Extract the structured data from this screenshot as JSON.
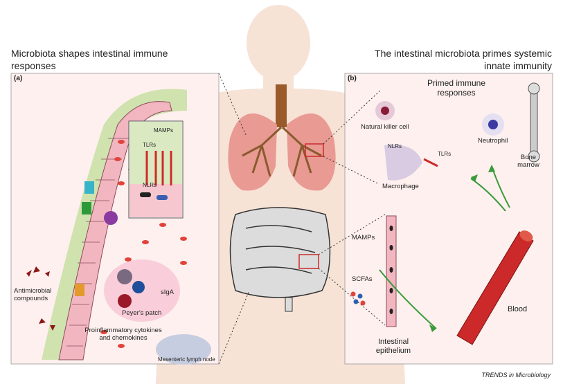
{
  "left_title": "Microbiota shapes intestinal immune responses",
  "right_title": "The intestinal microbiota primes systemic innate immunity",
  "panel_a": {
    "tag": "(a)",
    "labels": {
      "mamps": "MAMPs",
      "tlrs": "TLRs",
      "nlrs": "NLRs",
      "antimicrobial": "Antimicrobial compounds",
      "siga": "sIgA",
      "peyers": "Peyer's patch",
      "cytokines": "Proinflammatory cytokines and chemokines",
      "lymph": "Mesenteric lymph node"
    }
  },
  "panel_b": {
    "tag": "(b)",
    "labels": {
      "primed": "Primed immune responses",
      "nk": "Natural killer cell",
      "neutrophil": "Neutrophil",
      "bone": "Bone marrow",
      "nlrs": "NLRs",
      "tlrs": "TLRs",
      "macrophage": "Macrophage",
      "mamps": "MAMPs",
      "scfas": "SCFAs",
      "blood": "Blood",
      "epithelium": "Intestinal epithelium"
    }
  },
  "credit": "TRENDS in Microbiology",
  "colors": {
    "body_silhouette": "#f7e2d6",
    "panel_bg": "#fdf0ee",
    "epithelium": "#f2b6c0",
    "green_mucus": "#c8dfa2",
    "lung": "#e89a93",
    "bronchi": "#8a5a2e",
    "blood": "#cc2a2a",
    "arrow_green": "#3a9a3a"
  }
}
